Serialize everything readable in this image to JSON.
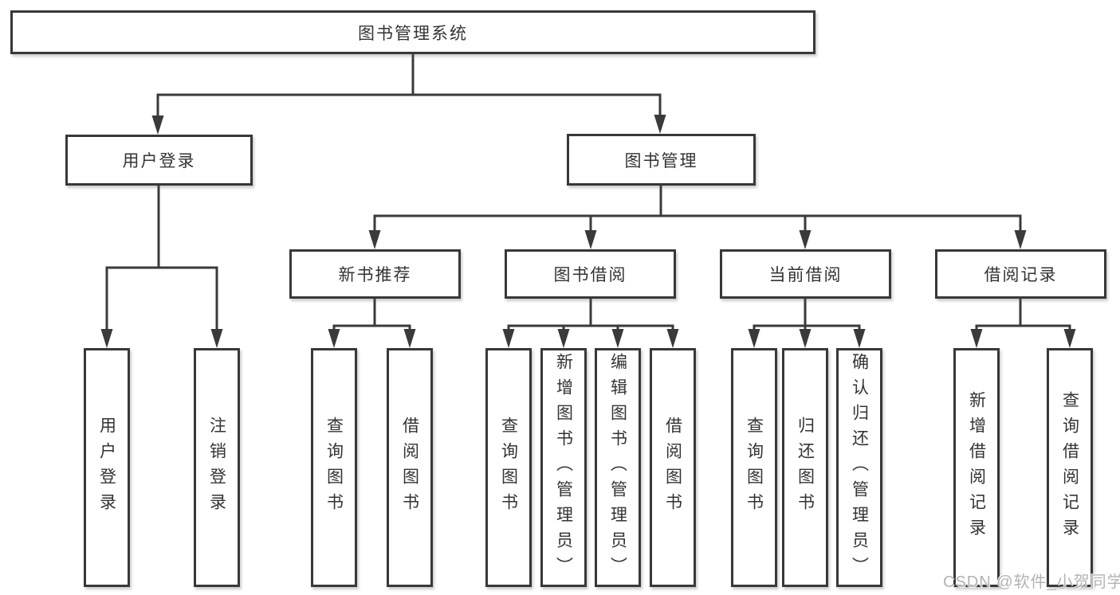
{
  "diagram": {
    "root": {
      "label": "图书管理系统",
      "children": [
        {
          "label": "用户登录",
          "children": [
            {
              "label": "用户登录"
            },
            {
              "label": "注销登录"
            }
          ]
        },
        {
          "label": "图书管理",
          "children": [
            {
              "label": "新书推荐",
              "children": [
                {
                  "label": "查询图书"
                },
                {
                  "label": "借阅图书"
                }
              ]
            },
            {
              "label": "图书借阅",
              "children": [
                {
                  "label": "查询图书"
                },
                {
                  "label": "新增图书（管理员）"
                },
                {
                  "label": "编辑图书（管理员）"
                },
                {
                  "label": "借阅图书"
                }
              ]
            },
            {
              "label": "当前借阅",
              "children": [
                {
                  "label": "查询图书"
                },
                {
                  "label": "归还图书"
                },
                {
                  "label": "确认归还（管理员）"
                }
              ]
            },
            {
              "label": "借阅记录",
              "children": [
                {
                  "label": "新增借阅记录"
                },
                {
                  "label": "查询借阅记录"
                }
              ]
            }
          ]
        }
      ]
    },
    "watermark": "CSDN @软件_小贺同学",
    "colors": {
      "line": "#3a3a3a",
      "border": "#383838",
      "text": "#333333",
      "watermark": "#b3b3b3",
      "background": "#ffffff"
    }
  }
}
